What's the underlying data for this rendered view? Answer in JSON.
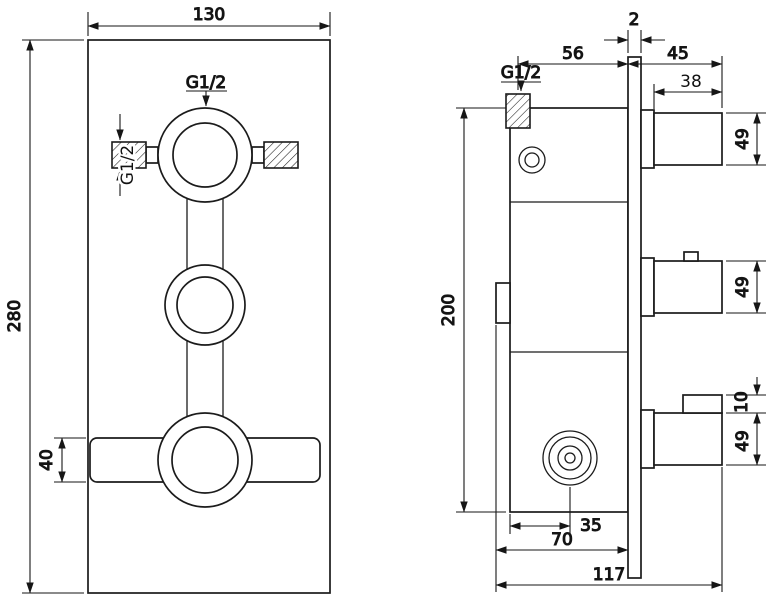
{
  "drawing": {
    "background": "#ffffff",
    "line_color": "#1b1b1b",
    "front_view": {
      "overall_width": "130",
      "overall_height": "280",
      "top_port_thread": "G1/2",
      "side_port_thread": "G1/2",
      "lever_height": "40"
    },
    "side_view": {
      "plate_thickness": "2",
      "port_to_plate_offset": "56",
      "handle_total_protrusion": "45",
      "handle_grip_length": "38",
      "top_port_thread": "G1/2",
      "body_height": "200",
      "handle_diameter_top": "49",
      "handle_diameter_middle": "49",
      "handle_diameter_bottom": "49",
      "lever_thickness": "10",
      "outlet_center_offset": "35",
      "body_to_plate_depth": "70",
      "total_depth": "117"
    }
  }
}
